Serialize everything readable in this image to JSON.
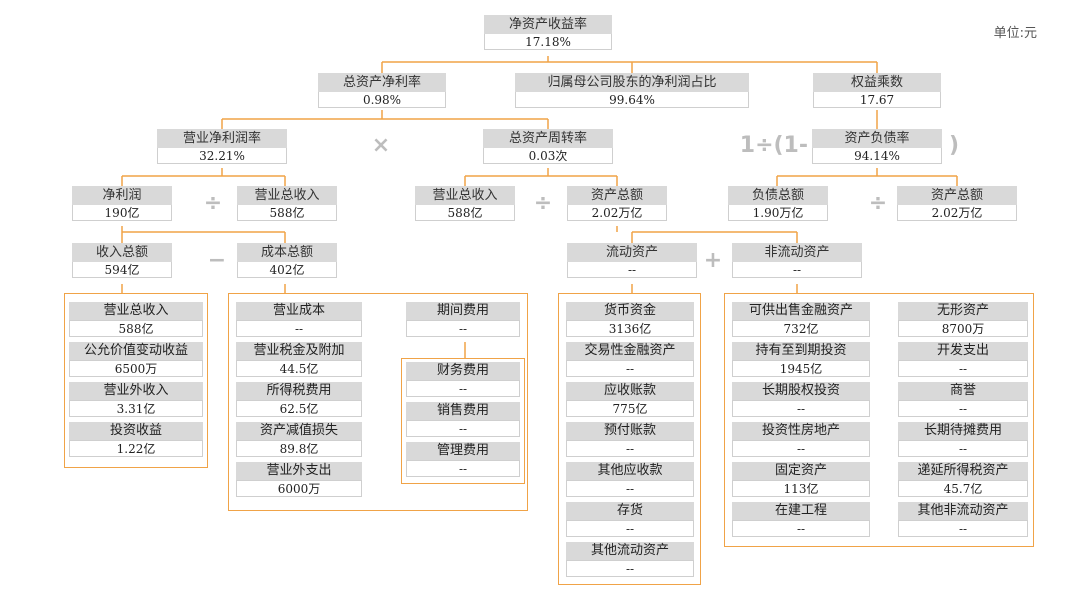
{
  "unit": "单位:元",
  "tree": {
    "roe": {
      "label": "净资产收益率",
      "value": "17.18%"
    },
    "roa": {
      "label": "总资产净利率",
      "value": "0.98%"
    },
    "parent_share": {
      "label": "归属母公司股东的净利润占比",
      "value": "99.64%"
    },
    "equity_multiplier": {
      "label": "权益乘数",
      "value": "17.67"
    },
    "net_margin": {
      "label": "营业净利润率",
      "value": "32.21%"
    },
    "asset_turnover": {
      "label": "总资产周转率",
      "value": "0.03次"
    },
    "debt_ratio": {
      "label": "资产负债率",
      "value": "94.14%"
    },
    "net_profit": {
      "label": "净利润",
      "value": "190亿"
    },
    "revenue_a": {
      "label": "营业总收入",
      "value": "588亿"
    },
    "revenue_b": {
      "label": "营业总收入",
      "value": "588亿"
    },
    "total_assets_a": {
      "label": "资产总额",
      "value": "2.02万亿"
    },
    "total_liab": {
      "label": "负债总额",
      "value": "1.90万亿"
    },
    "total_assets_b": {
      "label": "资产总额",
      "value": "2.02万亿"
    },
    "total_income": {
      "label": "收入总额",
      "value": "594亿"
    },
    "total_cost": {
      "label": "成本总额",
      "value": "402亿"
    },
    "current_assets": {
      "label": "流动资产",
      "value": "--"
    },
    "noncurrent_assets": {
      "label": "非流动资产",
      "value": "--"
    }
  },
  "operators": {
    "times": "×",
    "div1": "÷",
    "div2": "÷",
    "div3": "÷",
    "minus": "−",
    "plus": "+",
    "one_div_prefix": "1÷(1-",
    "close_paren": ")"
  },
  "groups": {
    "income_items": [
      {
        "label": "营业总收入",
        "value": "588亿"
      },
      {
        "label": "公允价值变动收益",
        "value": "6500万"
      },
      {
        "label": "营业外收入",
        "value": "3.31亿"
      },
      {
        "label": "投资收益",
        "value": "1.22亿"
      }
    ],
    "cost_items": [
      {
        "label": "营业成本",
        "value": "--"
      },
      {
        "label": "营业税金及附加",
        "value": "44.5亿"
      },
      {
        "label": "所得税费用",
        "value": "62.5亿"
      },
      {
        "label": "资产减值损失",
        "value": "89.8亿"
      },
      {
        "label": "营业外支出",
        "value": "6000万"
      }
    ],
    "period_expense": {
      "label": "期间费用",
      "value": "--"
    },
    "period_items": [
      {
        "label": "财务费用",
        "value": "--"
      },
      {
        "label": "销售费用",
        "value": "--"
      },
      {
        "label": "管理费用",
        "value": "--"
      }
    ],
    "current_items": [
      {
        "label": "货币资金",
        "value": "3136亿"
      },
      {
        "label": "交易性金融资产",
        "value": "--"
      },
      {
        "label": "应收账款",
        "value": "775亿"
      },
      {
        "label": "预付账款",
        "value": "--"
      },
      {
        "label": "其他应收款",
        "value": "--"
      },
      {
        "label": "存货",
        "value": "--"
      },
      {
        "label": "其他流动资产",
        "value": "--"
      }
    ],
    "noncurrent_left": [
      {
        "label": "可供出售金融资产",
        "value": "732亿"
      },
      {
        "label": "持有至到期投资",
        "value": "1945亿"
      },
      {
        "label": "长期股权投资",
        "value": "--"
      },
      {
        "label": "投资性房地产",
        "value": "--"
      },
      {
        "label": "固定资产",
        "value": "113亿"
      },
      {
        "label": "在建工程",
        "value": "--"
      }
    ],
    "noncurrent_right": [
      {
        "label": "无形资产",
        "value": "8700万"
      },
      {
        "label": "开发支出",
        "value": "--"
      },
      {
        "label": "商誉",
        "value": "--"
      },
      {
        "label": "长期待摊费用",
        "value": "--"
      },
      {
        "label": "递延所得税资产",
        "value": "45.7亿"
      },
      {
        "label": "其他非流动资产",
        "value": "--"
      }
    ]
  },
  "colors": {
    "connector": "#f0a347",
    "label_bg": "#d9d9d9",
    "operator": "#bdbdbd"
  }
}
